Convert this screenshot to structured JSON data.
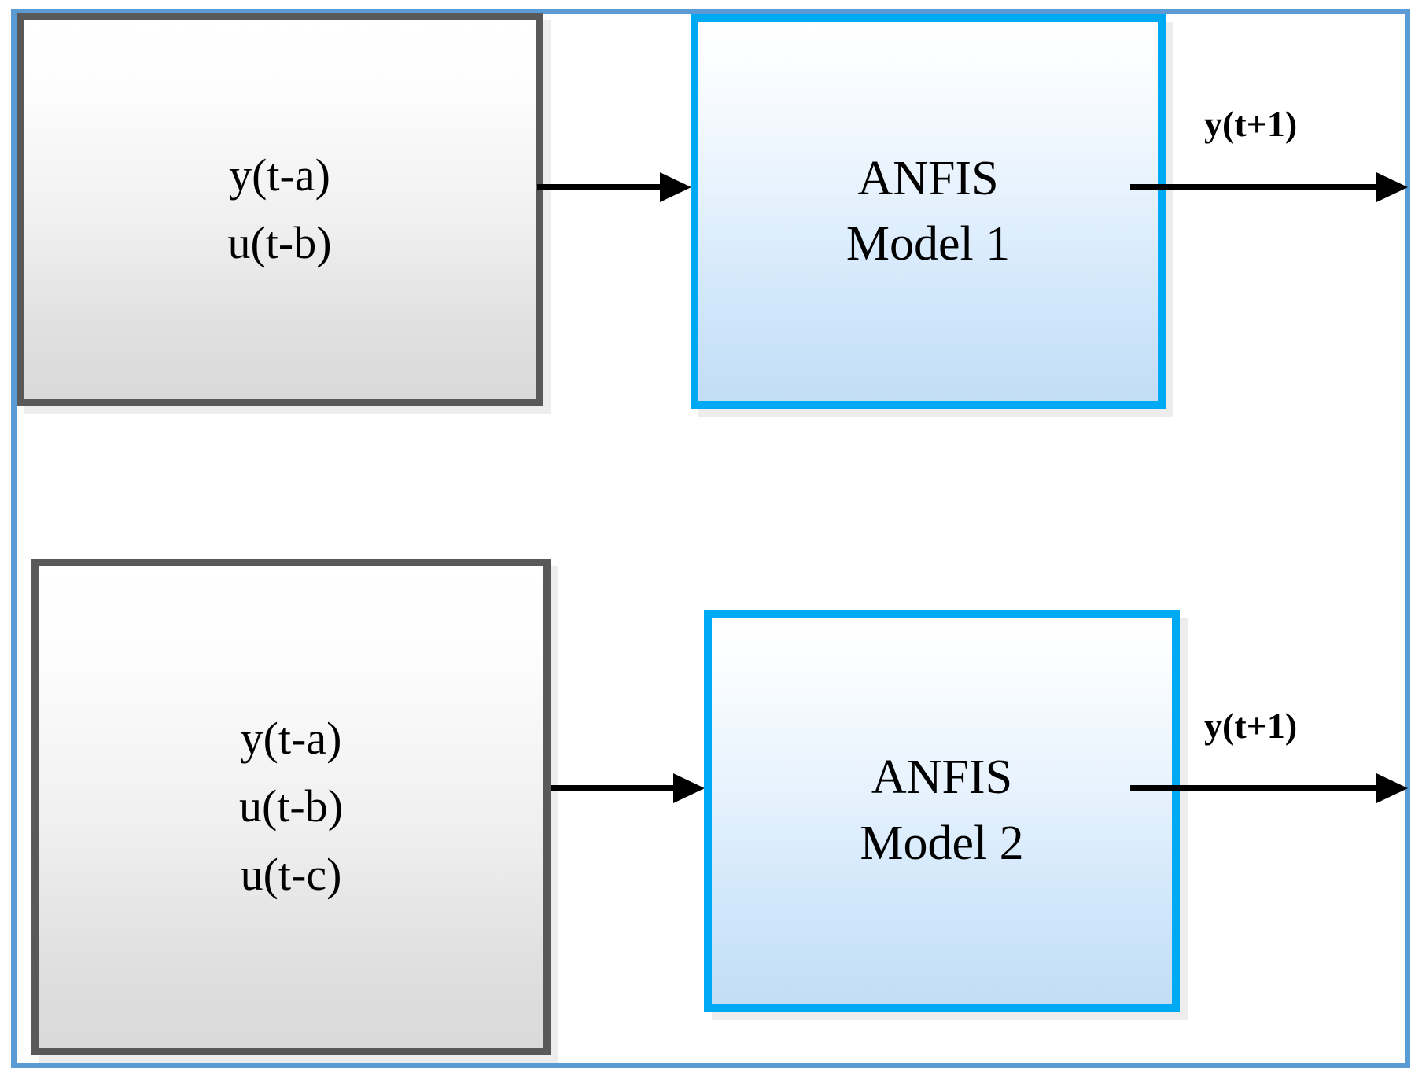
{
  "diagram": {
    "frame_color": "#5b9bd5",
    "input_box_border_color": "#595959",
    "model_box_border_color": "#00a9f4",
    "rows": [
      {
        "input_box": {
          "name": "input-box-1",
          "lines": [
            "y(t-a)",
            "u(t-b)"
          ]
        },
        "model_box": {
          "name": "model-box-1",
          "lines": [
            "ANFIS",
            "Model 1"
          ]
        },
        "input_arrow": {
          "name": "arrow-in-1",
          "label": ""
        },
        "output_arrow": {
          "name": "arrow-out-1",
          "label": "y(t+1)"
        }
      },
      {
        "input_box": {
          "name": "input-box-2",
          "lines": [
            "y(t-a)",
            "u(t-b)",
            "u(t-c)"
          ]
        },
        "model_box": {
          "name": "model-box-2",
          "lines": [
            "ANFIS",
            "Model 2"
          ]
        },
        "input_arrow": {
          "name": "arrow-in-2",
          "label": ""
        },
        "output_arrow": {
          "name": "arrow-out-2",
          "label": "y(t+1)"
        }
      }
    ]
  }
}
